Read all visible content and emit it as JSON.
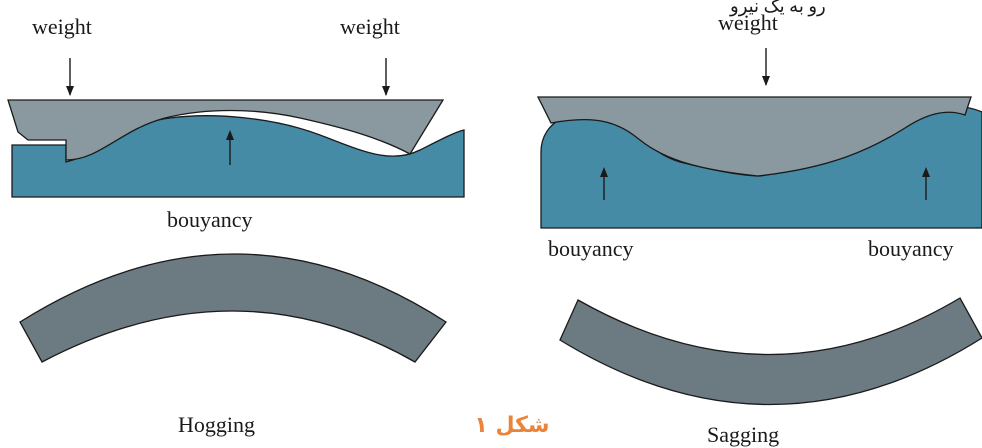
{
  "hogging": {
    "weight_left": "weight",
    "weight_right": "weight",
    "buoyancy": "bouyancy",
    "title": "Hogging"
  },
  "sagging": {
    "weight": "weight",
    "buoyancy_left": "bouyancy",
    "buoyancy_right": "bouyancy",
    "title": "Sagging"
  },
  "figure_caption": "شکل ۱",
  "top_right_cut_text": "رو به یک نیرو",
  "colors": {
    "hull": "#8a989f",
    "water": "#468ba6",
    "beam": "#6c7b82",
    "caption": "#e8853a"
  }
}
